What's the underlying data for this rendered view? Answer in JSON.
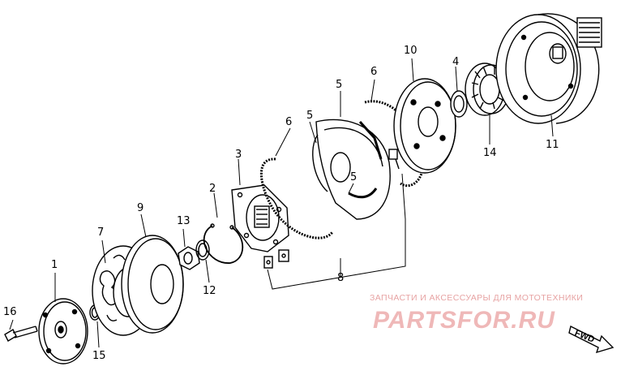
{
  "diagram": {
    "callouts": [
      "1",
      "2",
      "3",
      "4",
      "5",
      "5",
      "5",
      "6",
      "6",
      "7",
      "8",
      "9",
      "10",
      "11",
      "12",
      "13",
      "14",
      "15",
      "16"
    ],
    "direction_label": "FWD"
  },
  "watermark": {
    "tagline": "ЗАПЧАСТИ И АКСЕССУАРЫ ДЛЯ МОТОТЕХНИКИ",
    "brand": "PARTSFOR.RU"
  }
}
